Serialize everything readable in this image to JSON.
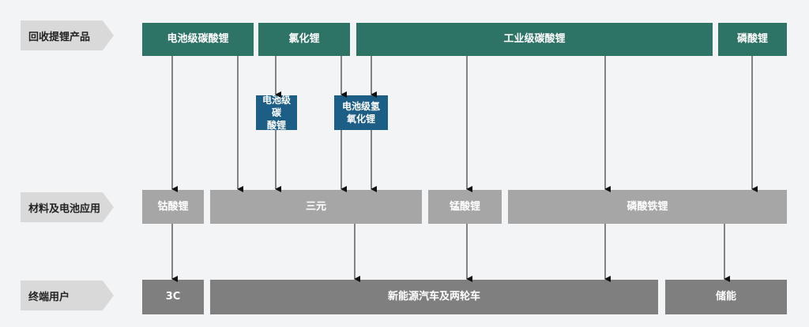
{
  "rows": {
    "recycled": "回收提锂产品",
    "materials": "材料及电池应用",
    "end_users": "终端用户"
  },
  "products": {
    "battery_li2co3": "电池级碳酸锂",
    "lithium_chloride": "氯化锂",
    "industrial_li2co3": "工业级碳酸锂",
    "lithium_phosphate": "磷酸锂"
  },
  "intermediates": {
    "battery_li2co3": "电池级碳\n酸锂",
    "battery_lioh": "电池级氢\n氧化锂"
  },
  "materials": {
    "lco": "钴酸锂",
    "ternary": "三元",
    "lmo": "锰酸锂",
    "lfp": "磷酸铁锂"
  },
  "end_users": {
    "c3": "3C",
    "nev": "新能源汽车及两轮车",
    "storage": "储能"
  },
  "colors": {
    "green": "#2e7466",
    "blue": "#1c5e86",
    "light_gray": "#a6a6a6",
    "dark_gray": "#7f7f7f"
  }
}
